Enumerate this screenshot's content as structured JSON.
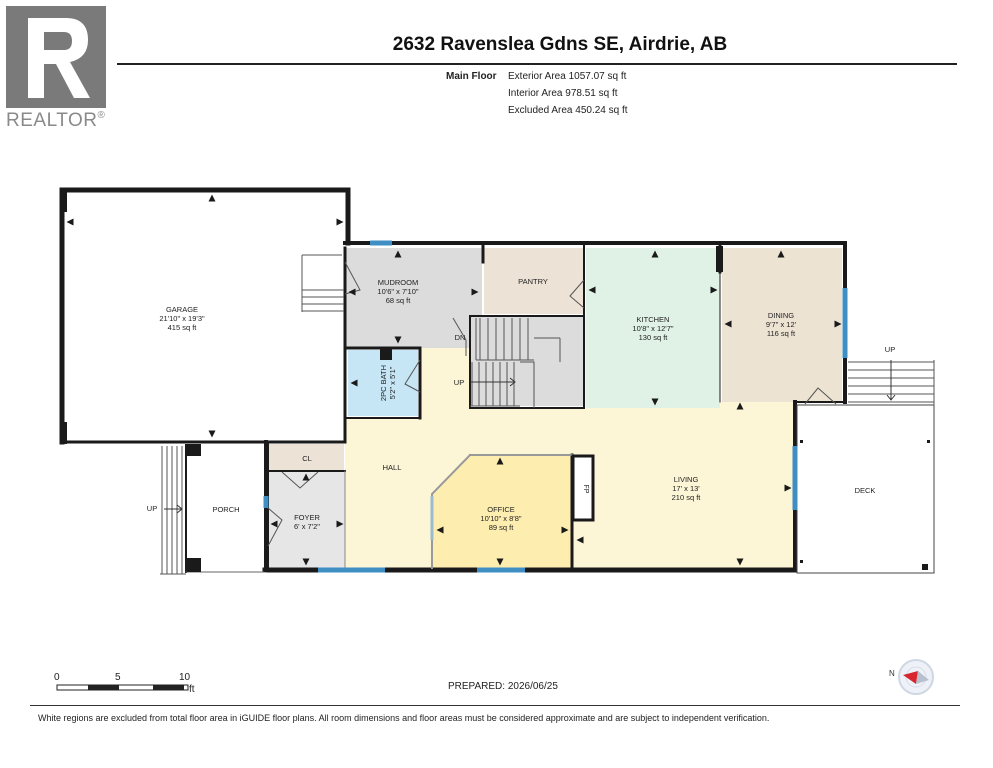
{
  "header": {
    "title": "2632 Ravenslea Gdns SE, Airdrie, AB",
    "logo_text": "REALTOR",
    "logo_mark": "®"
  },
  "areas": {
    "floor_label": "Main Floor",
    "exterior": "Exterior Area 1057.07 sq ft",
    "interior": "Interior Area 978.51 sq ft",
    "excluded": "Excluded Area 450.24 sq ft"
  },
  "rooms": {
    "garage": {
      "name": "GARAGE",
      "dims": "21'10\" x 19'3\"",
      "area": "415 sq ft"
    },
    "mudroom": {
      "name": "MUDROOM",
      "dims": "10'6\" x 7'10\"",
      "area": "68 sq ft"
    },
    "pantry": {
      "name": "PANTRY"
    },
    "kitchen": {
      "name": "KITCHEN",
      "dims": "10'8\" x 12'7\"",
      "area": "130 sq ft"
    },
    "dining": {
      "name": "DINING",
      "dims": "9'7\" x 12'",
      "area": "116 sq ft"
    },
    "bath": {
      "name": "2PC BATH",
      "dims": "5'2\" x 5'1\""
    },
    "hall": {
      "name": "HALL"
    },
    "office": {
      "name": "OFFICE",
      "dims": "10'10\" x 8'8\"",
      "area": "89 sq ft"
    },
    "living": {
      "name": "LIVING",
      "dims": "17' x 13'",
      "area": "210 sq ft"
    },
    "closet": {
      "name": "CL"
    },
    "foyer": {
      "name": "FOYER",
      "dims": "6' x 7'2\""
    },
    "porch": {
      "name": "PORCH"
    },
    "deck": {
      "name": "DECK"
    },
    "fireplace": {
      "name": "FP"
    }
  },
  "stairs": {
    "up": "UP",
    "down": "DN"
  },
  "scale": {
    "ticks": [
      "0",
      "5",
      "10"
    ],
    "unit": "ft"
  },
  "compass": {
    "north": "N"
  },
  "footer": {
    "prepared": "PREPARED: 2026/06/25",
    "disclaimer": "White regions are excluded from total floor area in iGUIDE floor plans. All room dimensions and floor areas must be considered approximate and are subject to independent verification."
  },
  "colors": {
    "hall_living": "#fcf5d6",
    "kitchen": "#dff2e5",
    "dining": "#ede3d3",
    "pantry": "#ece2d6",
    "office": "#fdeeb0",
    "mudroom": "#dcdcdc",
    "bath": "#c6e6f6",
    "window": "#3f8fc4",
    "wall": "#1a1a1a"
  }
}
